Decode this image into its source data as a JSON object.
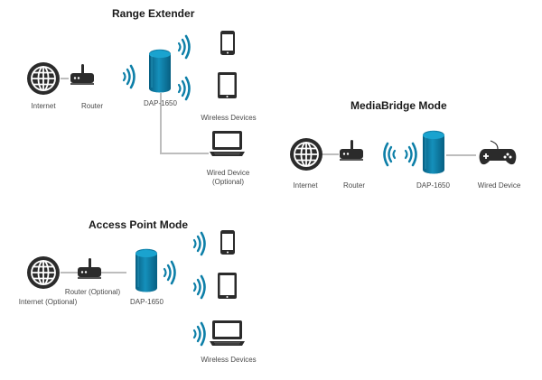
{
  "diagram": {
    "colors": {
      "accent": "#0d7fa8",
      "accent_dark": "#075f82",
      "device": "#2b2b2b",
      "line": "#bdbdbd"
    },
    "range_extender": {
      "title": "Range Extender",
      "internet": "Internet",
      "router": "Router",
      "dap": "DAP-1650",
      "wireless_devices": "Wireless Devices",
      "wired_device_line1": "Wired Device",
      "wired_device_line2": "(Optional)"
    },
    "mediabridge": {
      "title": "MediaBridge Mode",
      "internet": "Internet",
      "router": "Router",
      "dap": "DAP-1650",
      "wired_device": "Wired Device"
    },
    "access_point": {
      "title": "Access Point  Mode",
      "internet": "Internet (Optional)",
      "router": "Router (Optional)",
      "dap": "DAP-1650",
      "wireless_devices": "Wireless Devices"
    }
  }
}
